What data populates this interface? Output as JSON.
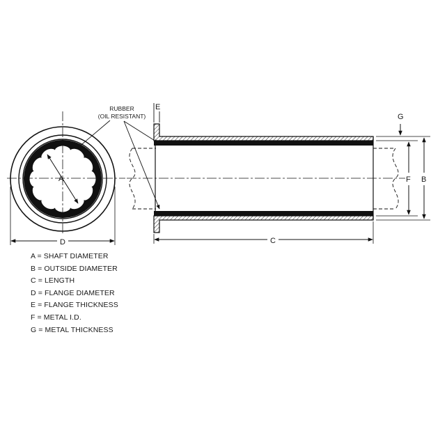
{
  "callouts": {
    "rubber_line1": "RUBBER",
    "rubber_line2": "(OIL RESISTANT)"
  },
  "dimension_labels": {
    "a": "A",
    "b": "B",
    "c": "C",
    "d": "D",
    "e": "E",
    "f": "F",
    "g": "G"
  },
  "legend": [
    "A = SHAFT DIAMETER",
    "B = OUTSIDE DIAMETER",
    "C = LENGTH",
    "D = FLANGE DIAMETER",
    "E = FLANGE THICKNESS",
    "F = METAL I.D.",
    "G = METAL THICKNESS"
  ]
}
